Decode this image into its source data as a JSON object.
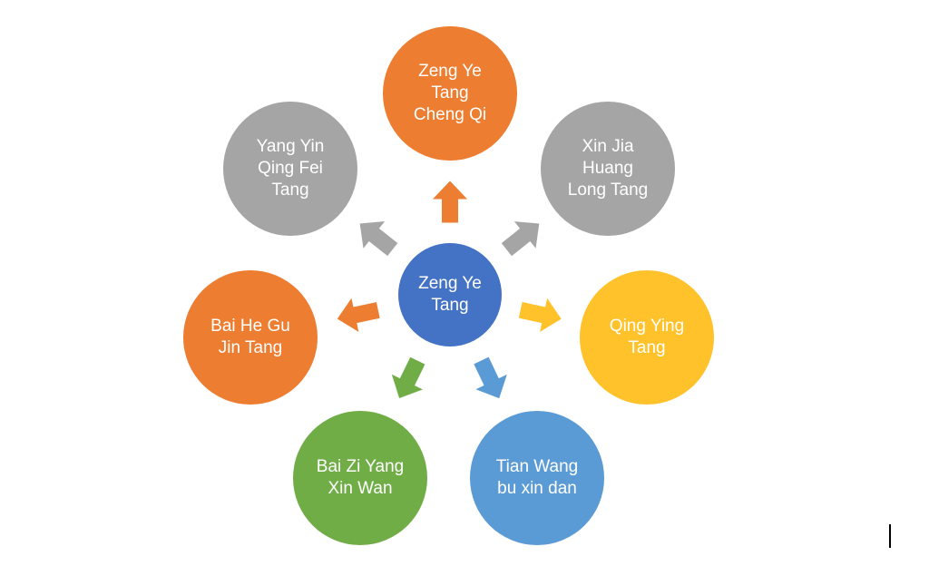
{
  "diagram": {
    "center": {
      "lines": [
        "Zeng Ye",
        "Tang"
      ],
      "color": "#4472C4"
    },
    "nodes": [
      {
        "id": "zeng-ye-tang-cheng-qi",
        "lines": [
          "Zeng Ye",
          "Tang",
          "Cheng Qi"
        ],
        "color": "#ED7D31"
      },
      {
        "id": "xin-jia-huang-long-tang",
        "lines": [
          "Xin Jia",
          "Huang",
          "Long Tang"
        ],
        "color": "#A5A5A5"
      },
      {
        "id": "qing-ying-tang",
        "lines": [
          "Qing Ying",
          "Tang"
        ],
        "color": "#FFC22B"
      },
      {
        "id": "tian-wang-bu-xin-dan",
        "lines": [
          "Tian Wang",
          "bu xin dan"
        ],
        "color": "#5B9BD5"
      },
      {
        "id": "bai-zi-yang-xin-wan",
        "lines": [
          "Bai Zi Yang",
          "Xin Wan"
        ],
        "color": "#70AD47"
      },
      {
        "id": "bai-he-gu-jin-tang",
        "lines": [
          "Bai He Gu",
          "Jin Tang"
        ],
        "color": "#ED7D31"
      },
      {
        "id": "yang-yin-qing-fei-tang",
        "lines": [
          "Yang Yin",
          "Qing Fei",
          "Tang"
        ],
        "color": "#A5A5A5"
      }
    ],
    "arrows": [
      {
        "to": "zeng-ye-tang-cheng-qi",
        "color": "#ED7D31"
      },
      {
        "to": "xin-jia-huang-long-tang",
        "color": "#A5A5A5"
      },
      {
        "to": "qing-ying-tang",
        "color": "#FFC22B"
      },
      {
        "to": "tian-wang-bu-xin-dan",
        "color": "#5B9BD5"
      },
      {
        "to": "bai-zi-yang-xin-wan",
        "color": "#70AD47"
      },
      {
        "to": "bai-he-gu-jin-tang",
        "color": "#ED7D31"
      },
      {
        "to": "yang-yin-qing-fei-tang",
        "color": "#A5A5A5"
      }
    ]
  }
}
